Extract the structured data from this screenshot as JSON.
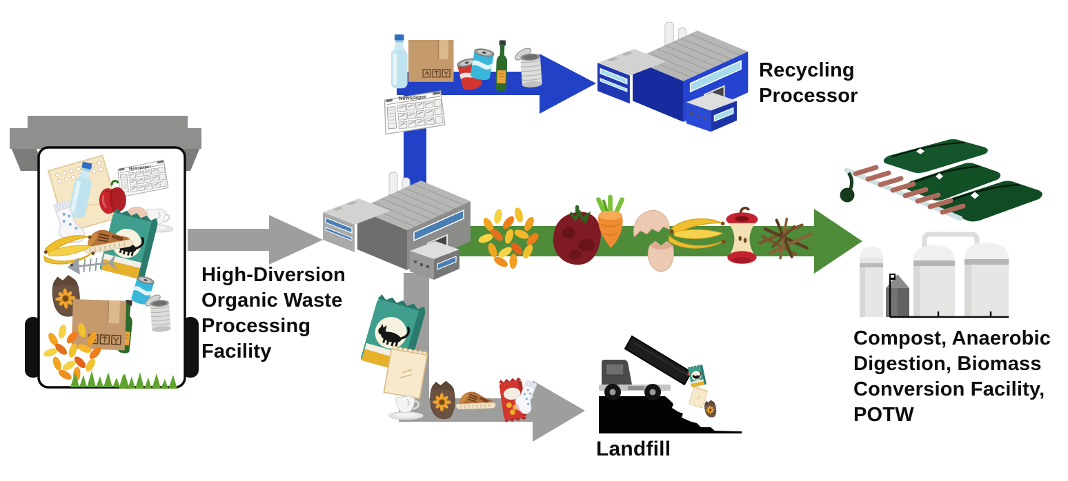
{
  "nodes": {
    "source": {
      "icon": "mixed-waste-cart-icon",
      "items": [
        "cardboard-sheet",
        "plastic-bottle",
        "newspaper",
        "red-pepper",
        "sock",
        "teacup",
        "eggshell",
        "shoe",
        "pet-food-bag",
        "banana-peel",
        "fish-bones",
        "seed-bag",
        "chip-bag",
        "blue-soda-can",
        "tin-can",
        "wine-bottle",
        "cardboard-box",
        "autumn-leaves",
        "grass"
      ]
    },
    "processor": {
      "label": "High-Diversion\nOrganic Waste\nProcessing\nFacility",
      "icon": "factory-gray-icon"
    },
    "recycling": {
      "label": "Recycling\nProcessor",
      "icon": "factory-blue-icon"
    },
    "organics_destination": {
      "label": "Compost, Anaerobic\nDigestion, Biomass\nConversion Facility,\nPOTW",
      "icons": [
        "covered-compost-windrows-icon",
        "anaerobic-digester-tanks-icon"
      ]
    },
    "landfill": {
      "label": "Landfill",
      "icon": "dump-truck-landfill-icon"
    }
  },
  "flows": [
    {
      "name": "mixed-waste",
      "from": "source",
      "to": "processor",
      "color": "#9e9e9c",
      "items": []
    },
    {
      "name": "recyclables",
      "from": "processor",
      "to": "recycling",
      "color": "#2141c6",
      "items": [
        "plastic-bottle",
        "cardboard-box",
        "newspaper",
        "red-soda-can",
        "blue-soda-can",
        "wine-bottle",
        "tin-can"
      ]
    },
    {
      "name": "organics",
      "from": "processor",
      "to": "organics_destination",
      "color": "#4e8c3a",
      "items": [
        "autumn-leaves",
        "rotten-tomato",
        "carrot",
        "eggshell",
        "banana-peel",
        "apple-core",
        "twigs"
      ]
    },
    {
      "name": "residuals",
      "from": "processor",
      "to": "landfill",
      "color": "#9e9e9c",
      "items": [
        "pet-food-bag",
        "paper-envelope",
        "teacup",
        "seed-bag",
        "shoe",
        "chip-bag",
        "sock"
      ]
    }
  ],
  "colors": {
    "recyclables_blue": "#2141c6",
    "organics_green": "#4e8c3a",
    "residuals_gray": "#9e9e9c",
    "landfill_black": "#000000",
    "compost_pile_green": "#14552c",
    "text": "#0d0d0d"
  },
  "newspaper_masthead": "Newspaper"
}
